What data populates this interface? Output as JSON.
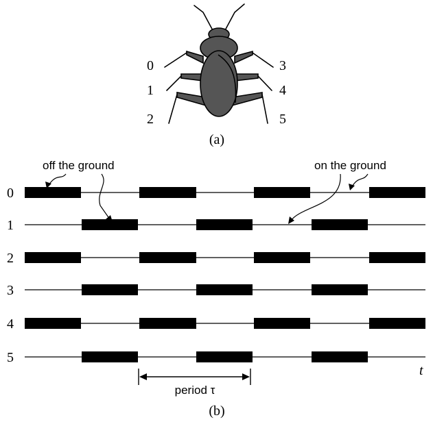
{
  "panel_a": {
    "caption": "(a)",
    "leg_labels": [
      "0",
      "1",
      "2",
      "3",
      "4",
      "5"
    ]
  },
  "panel_b": {
    "caption": "(b)",
    "row_labels": [
      "0",
      "1",
      "2",
      "3",
      "4",
      "5"
    ],
    "time_label": "t",
    "annotation_off": "off the ground",
    "annotation_on": "on the ground",
    "period_label": "period τ",
    "colors": {
      "bar": "#000000",
      "line": "#000000",
      "body": "#555555"
    },
    "gait": [
      {
        "leg": "0",
        "phase": "A"
      },
      {
        "leg": "1",
        "phase": "B"
      },
      {
        "leg": "2",
        "phase": "A"
      },
      {
        "leg": "3",
        "phase": "B"
      },
      {
        "leg": "4",
        "phase": "A"
      },
      {
        "leg": "5",
        "phase": "B"
      }
    ]
  }
}
